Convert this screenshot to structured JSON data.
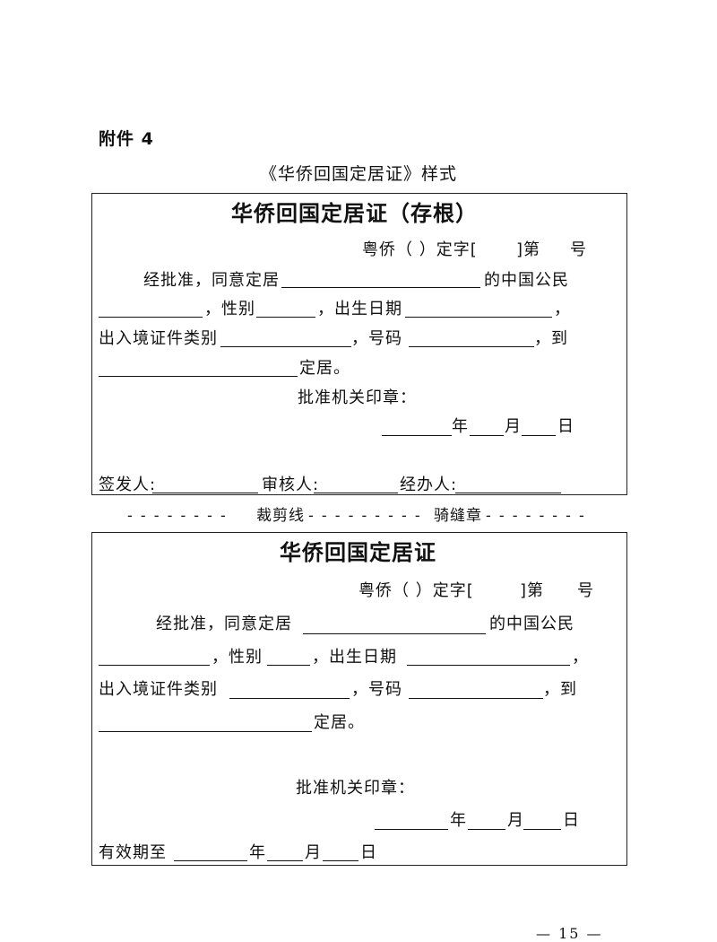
{
  "attachment_label": "附件 4",
  "form_title": "《华侨回国定居证》样式",
  "stub": {
    "title": "华侨回国定居证（存根）",
    "number_prefix": "粤侨（ ）定字[",
    "number_mid": "]第",
    "number_suffix": "号",
    "line1_a": "经批准，同意定居",
    "line1_b": "的中国公民",
    "line2_a": "，性别",
    "line2_b": "，出生日期",
    "line2_c": "，",
    "line3_a": "出入境证件类别",
    "line3_b": "，号码",
    "line3_c": "，到",
    "line4_a": "定居。",
    "seal": "批准机关印章：",
    "year": "年",
    "month": "月",
    "day": "日",
    "issuer": "签发人:",
    "reviewer": "审核人:",
    "handler": "经办人:"
  },
  "cut_line": {
    "cut_label": "裁剪线",
    "seam_label": "骑缝章"
  },
  "certificate": {
    "title": "华侨回国定居证",
    "number_prefix": "粤侨（ ）定字[",
    "number_mid": "]第",
    "number_suffix": "号",
    "line1_a": "经批准，同意定居",
    "line1_b": "的中国公民",
    "line2_a": "，性别",
    "line2_b": "，出生日期",
    "line2_c": "，",
    "line3_a": "出入境证件类别",
    "line3_b": "，号码",
    "line3_c": "，到",
    "line4_a": "定居。",
    "seal": "批准机关印章：",
    "year": "年",
    "month": "月",
    "day": "日",
    "valid_until": "有效期至",
    "valid_year": "年",
    "valid_month": "月",
    "valid_day": "日"
  },
  "page_number": "— 15 —"
}
